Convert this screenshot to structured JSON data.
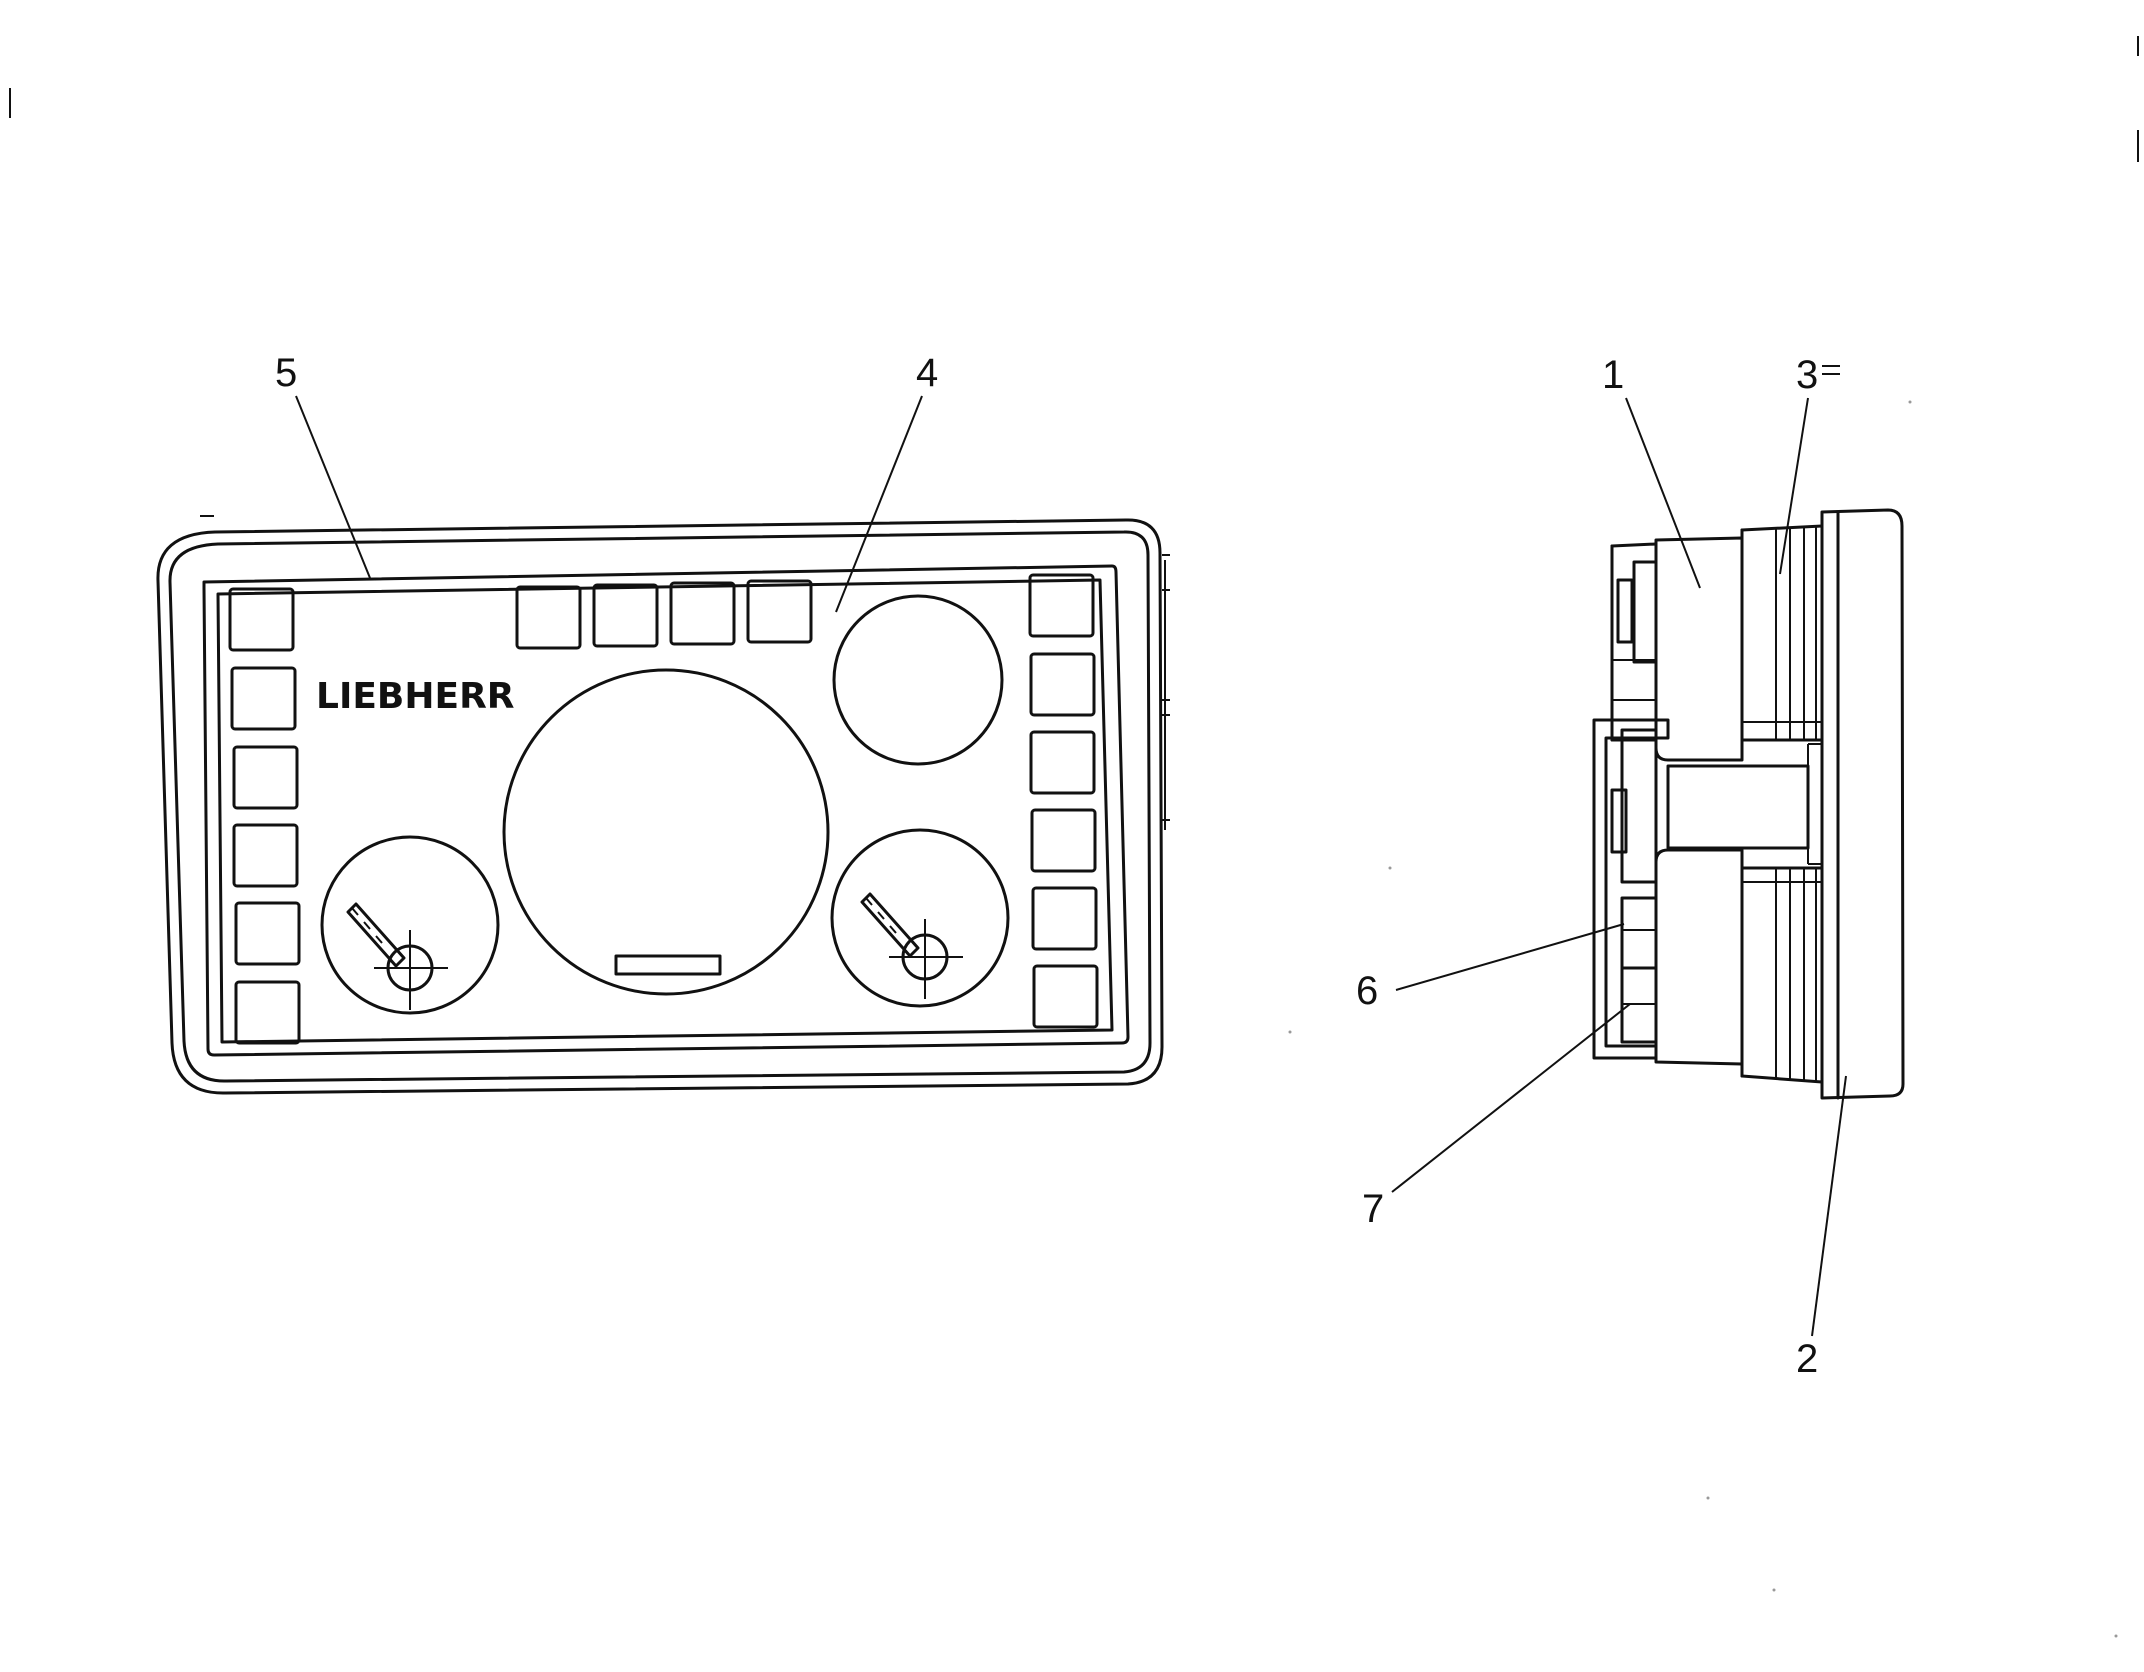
{
  "figure": {
    "brand_logo": "LIEBHERR",
    "callouts": [
      "1",
      "2",
      "3",
      "4",
      "5",
      "6",
      "7"
    ]
  }
}
